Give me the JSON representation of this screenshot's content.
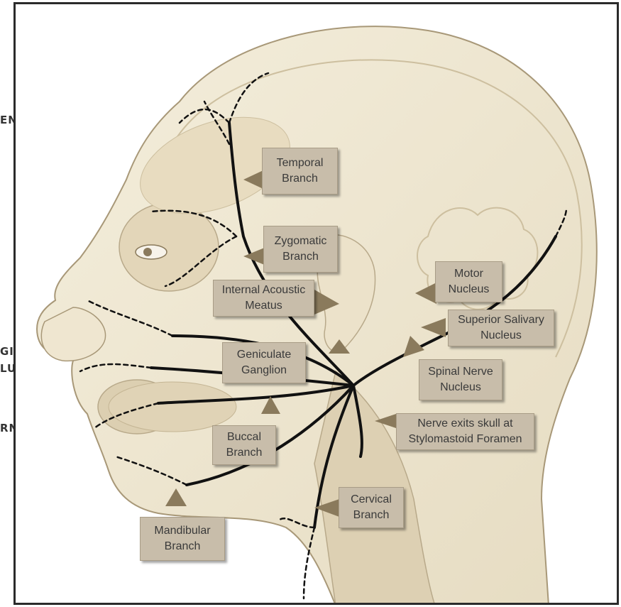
{
  "background_fragments": [
    "EN",
    "GI",
    "LU",
    "RN"
  ],
  "labels": {
    "temporal": [
      "Temporal",
      "Branch"
    ],
    "zygomatic": [
      "Zygomatic",
      "Branch"
    ],
    "internal_acoustic": [
      "Internal Acoustic",
      "Meatus"
    ],
    "motor": [
      "Motor",
      "Nucleus"
    ],
    "superior_salivary": [
      "Superior Salivary",
      "Nucleus"
    ],
    "geniculate": [
      "Geniculate",
      "Ganglion"
    ],
    "spinal": [
      "Spinal Nerve",
      "Nucleus"
    ],
    "nerve_exit": [
      "Nerve exits skull at",
      "Stylomastoid Foramen"
    ],
    "buccal": [
      "Buccal",
      "Branch"
    ],
    "cervical": [
      "Cervical",
      "Branch"
    ],
    "mandibular": [
      "Mandibular",
      "Branch"
    ]
  },
  "colors": {
    "skin": "#efe7d2",
    "outline": "#b8a98a",
    "muscle": "#d6c8a9",
    "nerve": "#111111",
    "label_bg": "#c8bdaa",
    "arrow": "#8a7a5c"
  }
}
